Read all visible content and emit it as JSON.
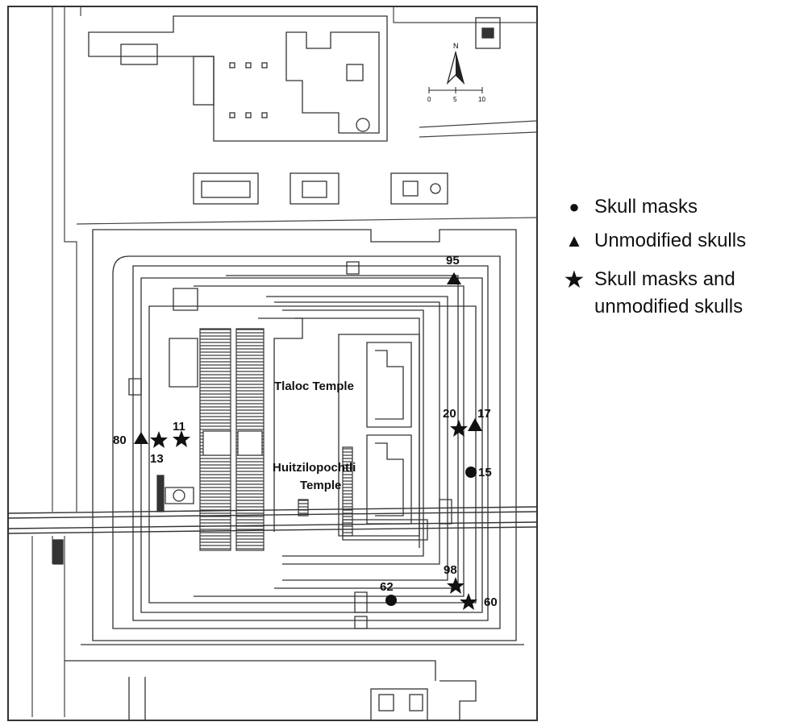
{
  "map": {
    "north_label": "N",
    "scale_labels": [
      "0",
      "5",
      "10"
    ],
    "temple_labels": {
      "tlaloc": "Tlaloc Temple",
      "huitzilopochtli_line1": "Huitzilopochtli",
      "huitzilopochtli_line2": "Temple"
    },
    "markers": [
      {
        "number": "95",
        "type": "triangle"
      },
      {
        "number": "20",
        "type": "star"
      },
      {
        "number": "17",
        "type": "triangle"
      },
      {
        "number": "15",
        "type": "circle"
      },
      {
        "number": "80",
        "type": "triangle"
      },
      {
        "number": "13",
        "type": "star"
      },
      {
        "number": "11",
        "type": "star"
      },
      {
        "number": "98",
        "type": "star"
      },
      {
        "number": "60",
        "type": "star"
      },
      {
        "number": "62",
        "type": "circle"
      }
    ]
  },
  "legend": {
    "skull_masks": "Skull masks",
    "unmodified_skulls": "Unmodified skulls",
    "both_line1": "Skull masks and",
    "both_line2": "unmodified skulls"
  },
  "colors": {
    "ink": "#111111",
    "line": "#333333",
    "hatch": "#444444",
    "background": "#ffffff"
  }
}
